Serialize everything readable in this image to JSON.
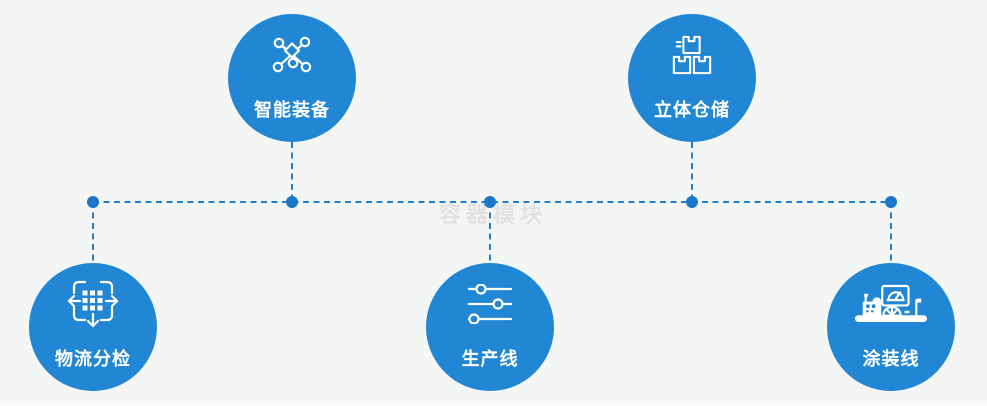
{
  "page": {
    "watermark": "容器模块",
    "background_color": "#f4f5f5",
    "watermark_color": "#e2e2e2"
  },
  "colors": {
    "node_fill": "#2186d3",
    "connector_line": "#2080cd",
    "junction_dot": "#1b76c8",
    "label_text": "#ffffff"
  },
  "nodes": [
    {
      "id": "smart-equipment",
      "label": "智能装备",
      "icon": "network-nodes-icon",
      "position": "top-left"
    },
    {
      "id": "warehouse",
      "label": "立体仓储",
      "icon": "stacked-boxes-icon",
      "position": "top-right"
    },
    {
      "id": "logistics-sorting",
      "label": "物流分检",
      "icon": "sorting-distribute-icon",
      "position": "bottom-left"
    },
    {
      "id": "production-line",
      "label": "生产线",
      "icon": "sliders-icon",
      "position": "bottom-center"
    },
    {
      "id": "painting-line",
      "label": "涂装线",
      "icon": "control-station-icon",
      "position": "bottom-right"
    }
  ]
}
